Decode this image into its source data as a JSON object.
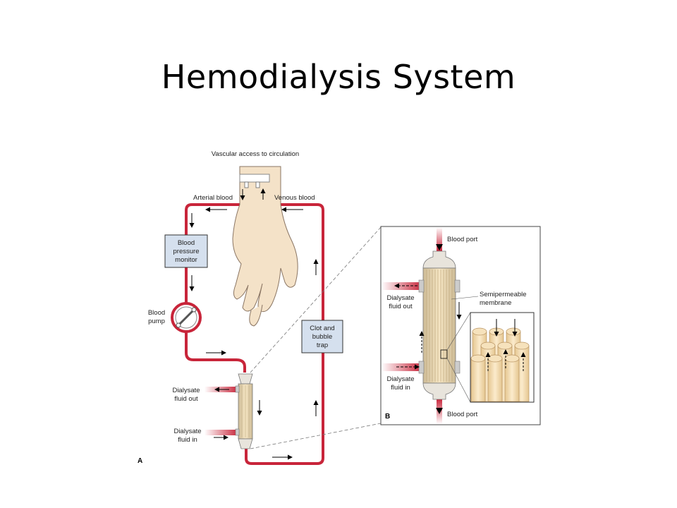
{
  "title": "Hemodialysis System",
  "panel_a": {
    "letter": "A",
    "vascular_access": "Vascular access to circulation",
    "arterial_blood": "Arterial blood",
    "venous_blood": "Venous blood",
    "bp_monitor": [
      "Blood",
      "pressure",
      "monitor"
    ],
    "blood_pump": [
      "Blood",
      "pump"
    ],
    "clot_trap": [
      "Clot and",
      "bubble",
      "trap"
    ],
    "dialysate_out": [
      "Dialysate",
      "fluid out"
    ],
    "dialysate_in": [
      "Dialysate",
      "fluid in"
    ]
  },
  "panel_b": {
    "letter": "B",
    "blood_port_top": "Blood port",
    "blood_port_bottom": "Blood port",
    "membrane": [
      "Semipermeable",
      "membrane"
    ],
    "dialysate_out": [
      "Dialysate",
      "fluid out"
    ],
    "dialysate_in": [
      "Dialysate",
      "fluid in"
    ]
  },
  "colors": {
    "blood": "#c8253a",
    "box_fill": "#d5e0ee",
    "skin": "#f3dfc4",
    "fiber": "#f0d7a8"
  }
}
